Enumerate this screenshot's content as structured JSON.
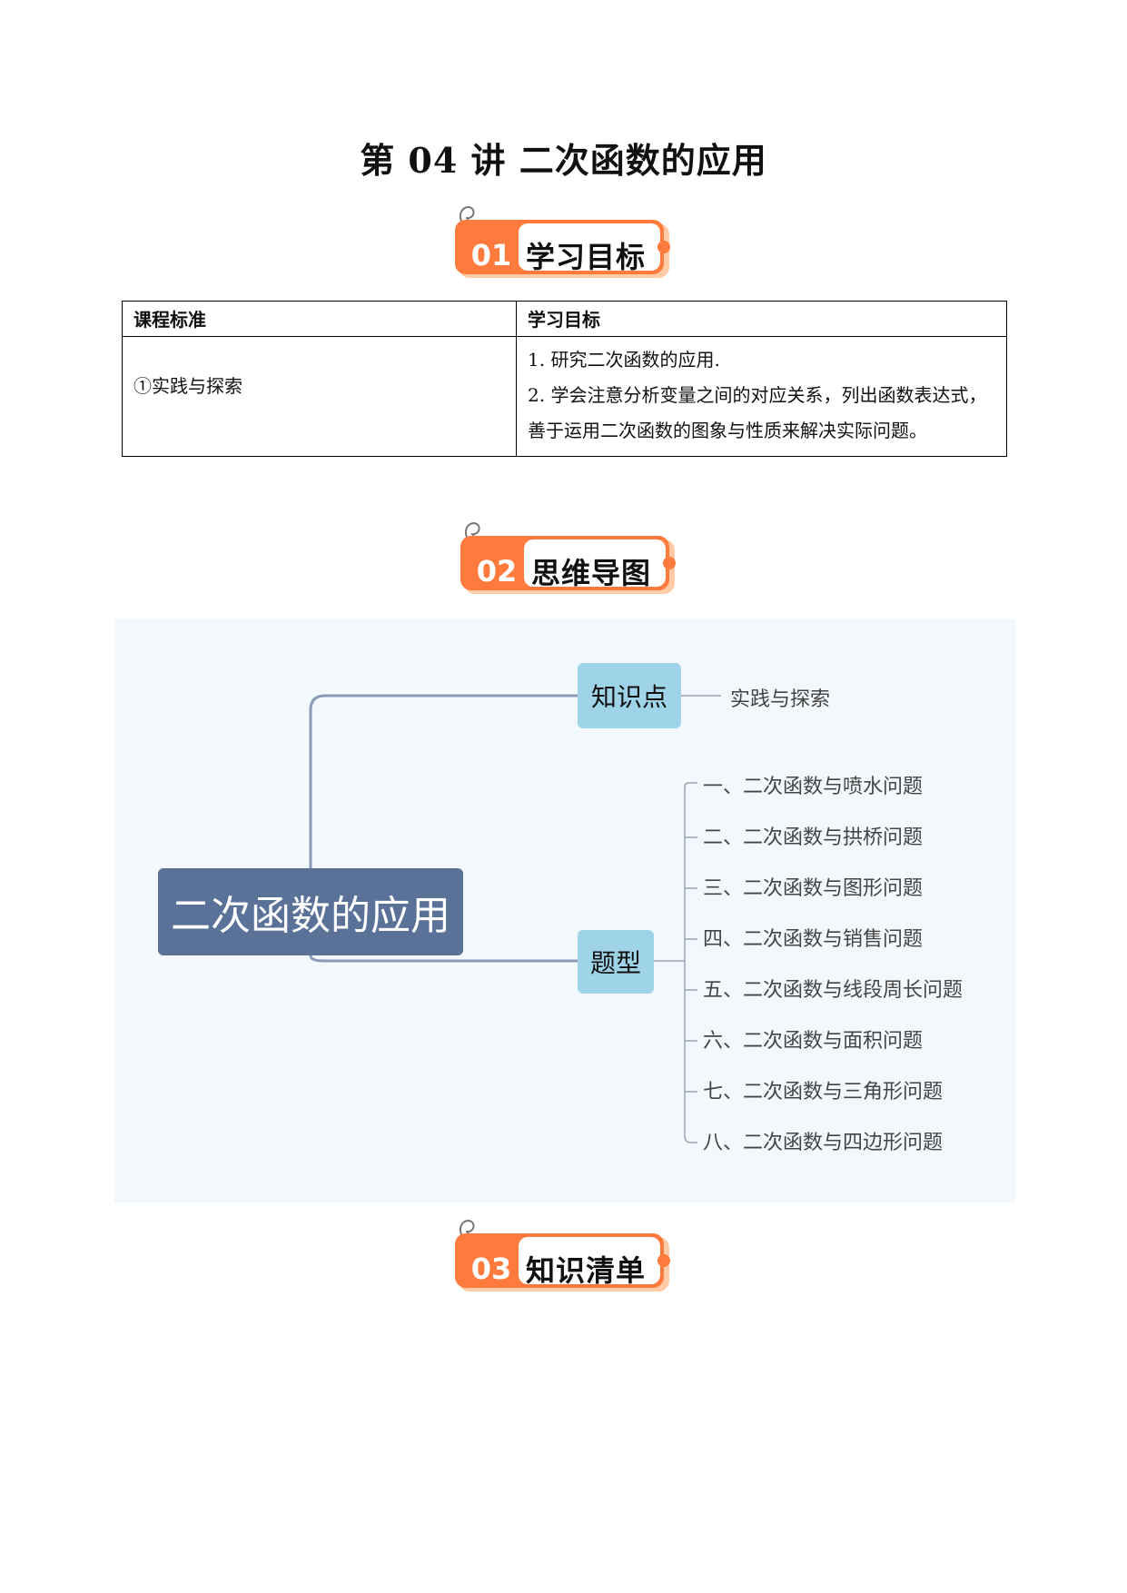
{
  "page_title": "第 04 讲  二次函数的应用",
  "sections": [
    {
      "number": "01",
      "label": "学习目标"
    },
    {
      "number": "02",
      "label": "思维导图"
    },
    {
      "number": "03",
      "label": "知识清单"
    }
  ],
  "goals_table": {
    "headers": [
      "课程标准",
      "学习目标"
    ],
    "standard": "①实践与探索",
    "objectives": [
      "1. 研究二次函数的应用.",
      "2. 学会注意分析变量之间的对应关系，列出函数表达式，善于运用二次函数的图象与性质来解决实际问题。"
    ]
  },
  "mindmap": {
    "root": "二次函数的应用",
    "knowledge": {
      "label": "知识点",
      "items": [
        "实践与探索"
      ]
    },
    "types": {
      "label": "题型",
      "items": [
        "一、二次函数与喷水问题",
        "二、二次函数与拱桥问题",
        "三、二次函数与图形问题",
        "四、二次函数与销售问题",
        "五、二次函数与线段周长问题",
        "六、二次函数与面积问题",
        "七、二次函数与三角形问题",
        "八、二次函数与四边形问题"
      ]
    }
  },
  "colors": {
    "badge_orange": "#ff7a3d",
    "badge_light": "#ffcaa4",
    "root_node": "#5a7198",
    "branch_node": "#9ed3e8",
    "mindmap_bg": "#f3f8fc"
  }
}
